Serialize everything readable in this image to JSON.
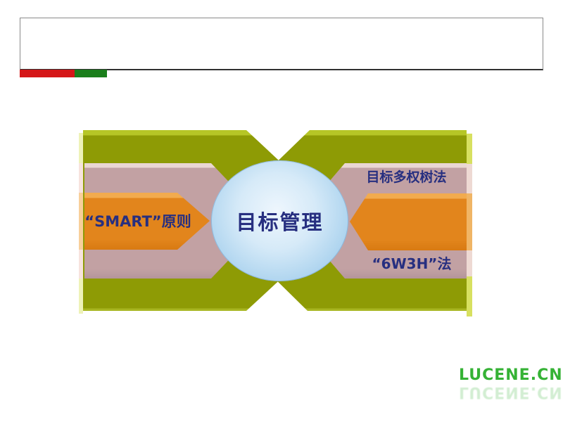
{
  "slide": {
    "title_placeholder": ""
  },
  "diagram": {
    "center_node": "目标管理",
    "left_nodes": [
      "“SMART”原则"
    ],
    "right_nodes": [
      "目标多权树法",
      "“6W3H”法"
    ]
  },
  "watermark": {
    "text": "LUCENE.CN"
  },
  "colors": {
    "olive": "#8e9b05",
    "olive-light": "#b6c626",
    "pink": "#c2a1a3",
    "pink-light": "#ead7d2",
    "orange": "#e2851c",
    "orange-light": "#f2ab4e",
    "circle-edge": "#8fc0e6",
    "circle-center": "#eef6fd",
    "label-navy": "#272f80",
    "accent-red": "#d51618",
    "accent-green": "#1a7e1b",
    "watermark-green": "#35b235"
  }
}
